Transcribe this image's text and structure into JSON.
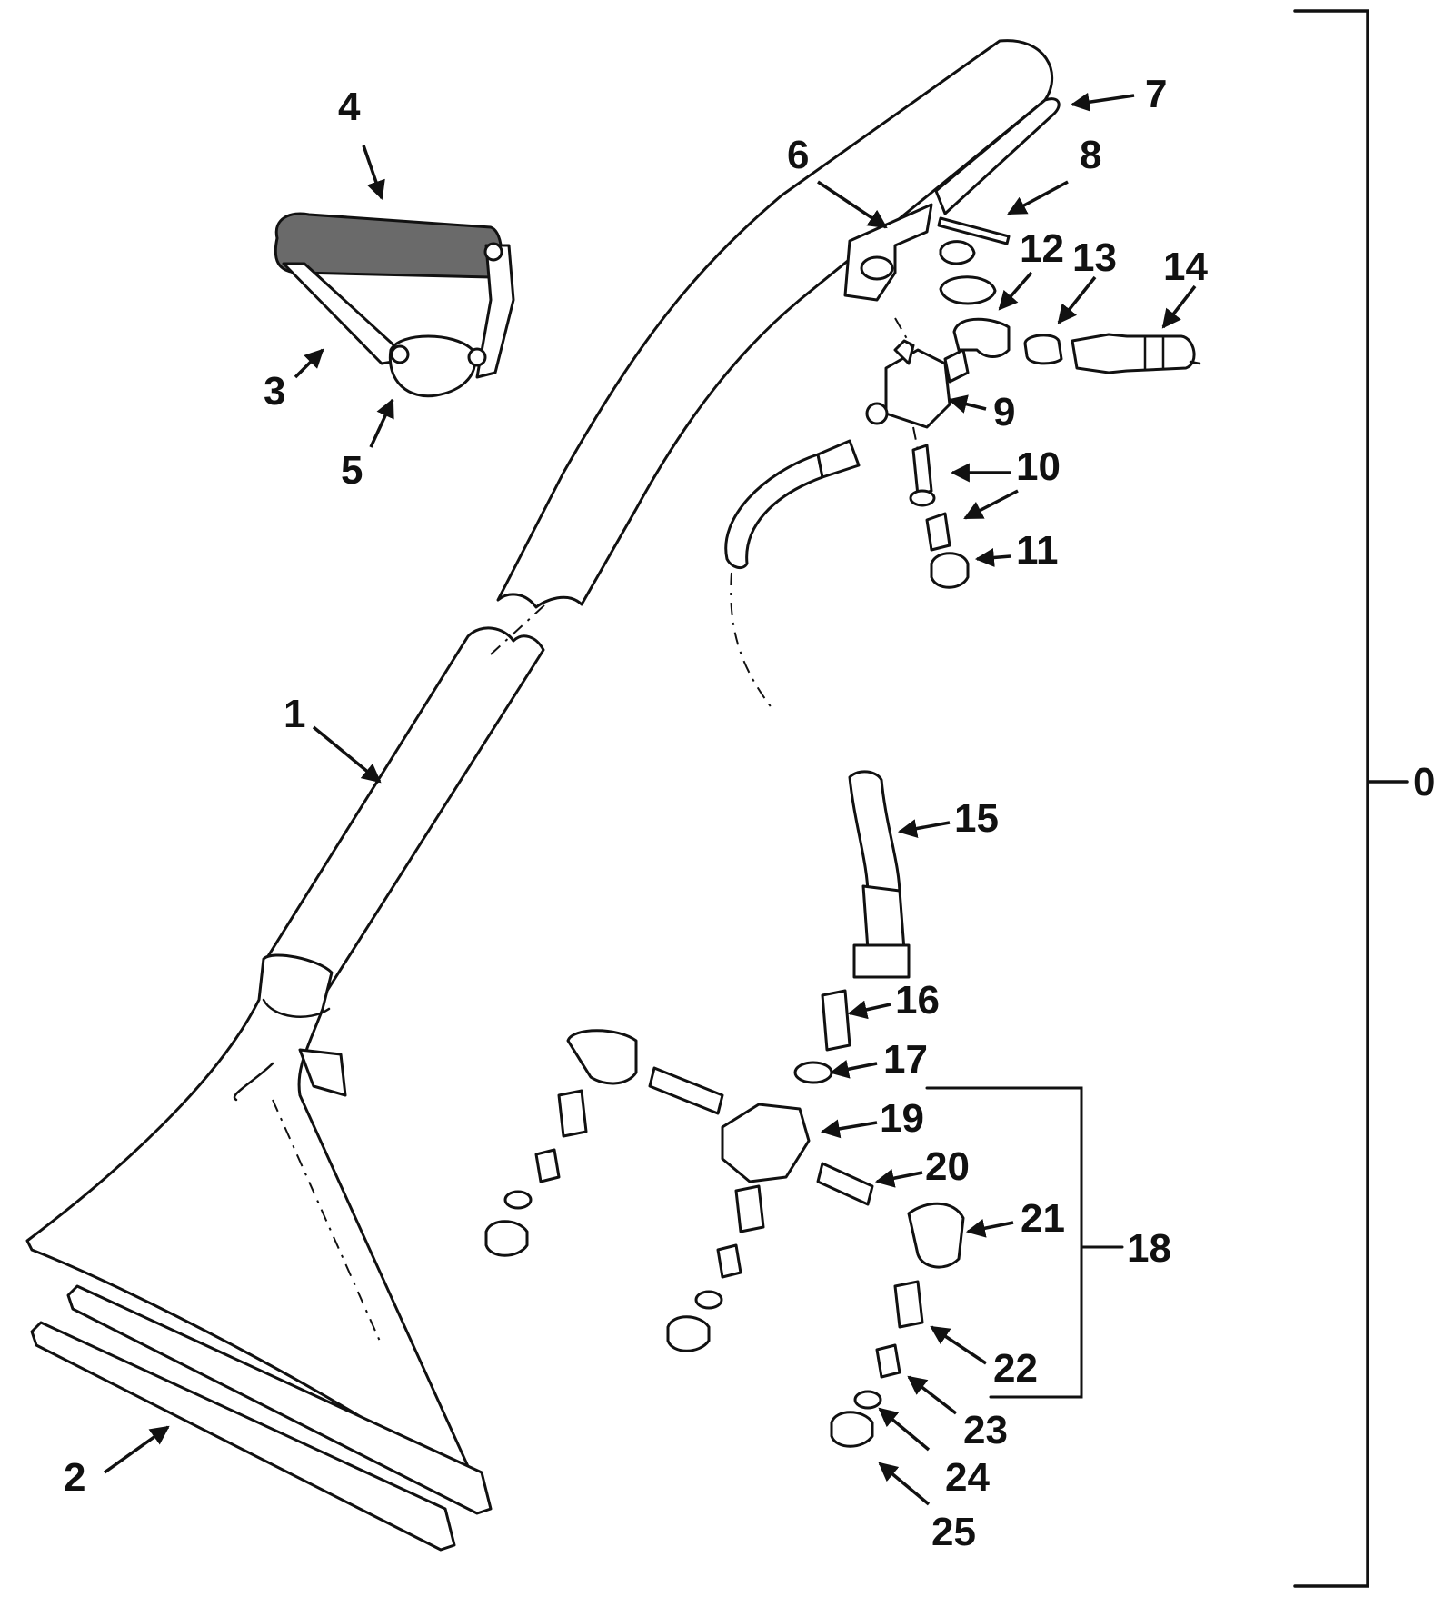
{
  "diagram": {
    "labels": {
      "p0": "0",
      "p1": "1",
      "p2": "2",
      "p3": "3",
      "p4": "4",
      "p5": "5",
      "p6": "6",
      "p7": "7",
      "p8": "8",
      "p9": "9",
      "p10": "10",
      "p11": "11",
      "p12": "12",
      "p13": "13",
      "p14": "14",
      "p15": "15",
      "p16": "16",
      "p17": "17",
      "p18": "18",
      "p19": "19",
      "p20": "20",
      "p21": "21",
      "p22": "22",
      "p23": "23",
      "p24": "24",
      "p25": "25"
    }
  }
}
